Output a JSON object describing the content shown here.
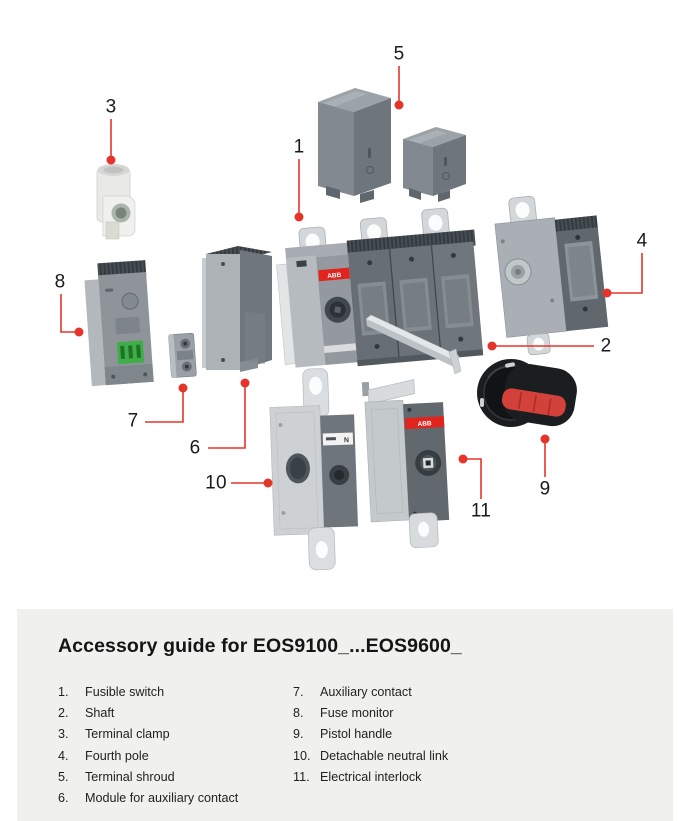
{
  "illustration": {
    "callouts": [
      "1",
      "2",
      "3",
      "4",
      "5",
      "6",
      "7",
      "8",
      "9",
      "10",
      "11"
    ],
    "part_labels": {
      "switch_brand": "ABB",
      "interlock_brand": "ABB",
      "neutral_marking": "N"
    }
  },
  "legend": {
    "title": "Accessory guide for EOS9100_...EOS9600_",
    "left": [
      {
        "num": "1.",
        "label": "Fusible switch"
      },
      {
        "num": "2.",
        "label": "Shaft"
      },
      {
        "num": "3.",
        "label": "Terminal clamp"
      },
      {
        "num": "4.",
        "label": "Fourth pole"
      },
      {
        "num": "5.",
        "label": "Terminal shroud"
      },
      {
        "num": "6.",
        "label": "Module for auxiliary contact"
      }
    ],
    "right": [
      {
        "num": "7.",
        "label": "Auxiliary contact"
      },
      {
        "num": "8.",
        "label": "Fuse monitor"
      },
      {
        "num": "9.",
        "label": "Pistol handle"
      },
      {
        "num": "10.",
        "label": "Detachable neutral link"
      },
      {
        "num": "11.",
        "label": "Electrical interlock"
      }
    ]
  },
  "colors": {
    "abb_red": "#e2241e",
    "callout_red": "#e5352b",
    "panel_bg": "#f0f1ef",
    "handle_grip_red": "#d2423a",
    "terminal_green": "#3fae49"
  }
}
